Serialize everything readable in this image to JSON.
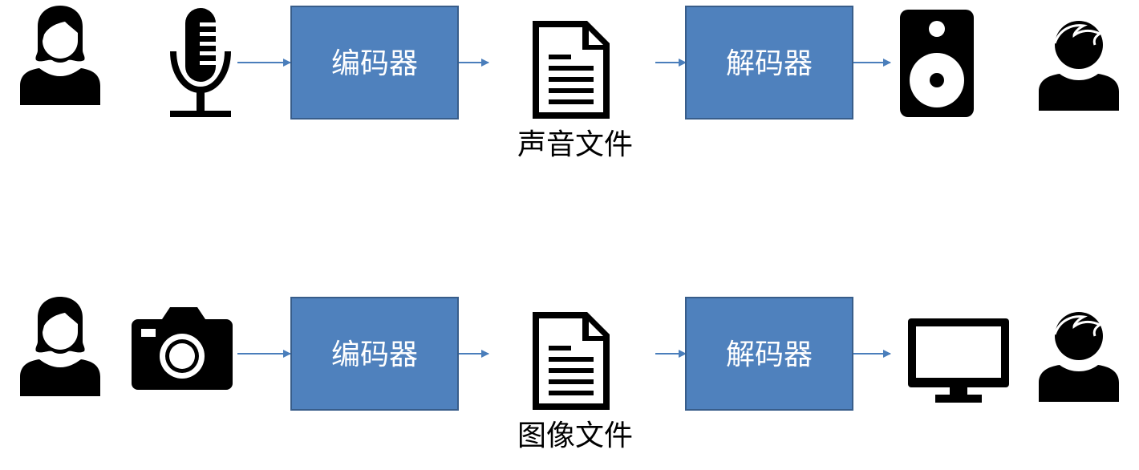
{
  "rows": [
    {
      "sender_icon": "woman-icon",
      "input_device_icon": "microphone-icon",
      "encoder_label": "编码器",
      "file_icon": "document-icon",
      "file_label": "声音文件",
      "decoder_label": "解码器",
      "output_device_icon": "speaker-icon",
      "receiver_icon": "man-icon"
    },
    {
      "sender_icon": "woman-icon",
      "input_device_icon": "camera-icon",
      "encoder_label": "编码器",
      "file_icon": "document-icon",
      "file_label": "图像文件",
      "decoder_label": "解码器",
      "output_device_icon": "monitor-icon",
      "receiver_icon": "man-icon"
    }
  ],
  "colors": {
    "box_fill": "#4F81BD",
    "box_border": "#385D8A",
    "arrow": "#4A7EBB",
    "icon": "#000000",
    "box_text": "#FFFFFF"
  }
}
